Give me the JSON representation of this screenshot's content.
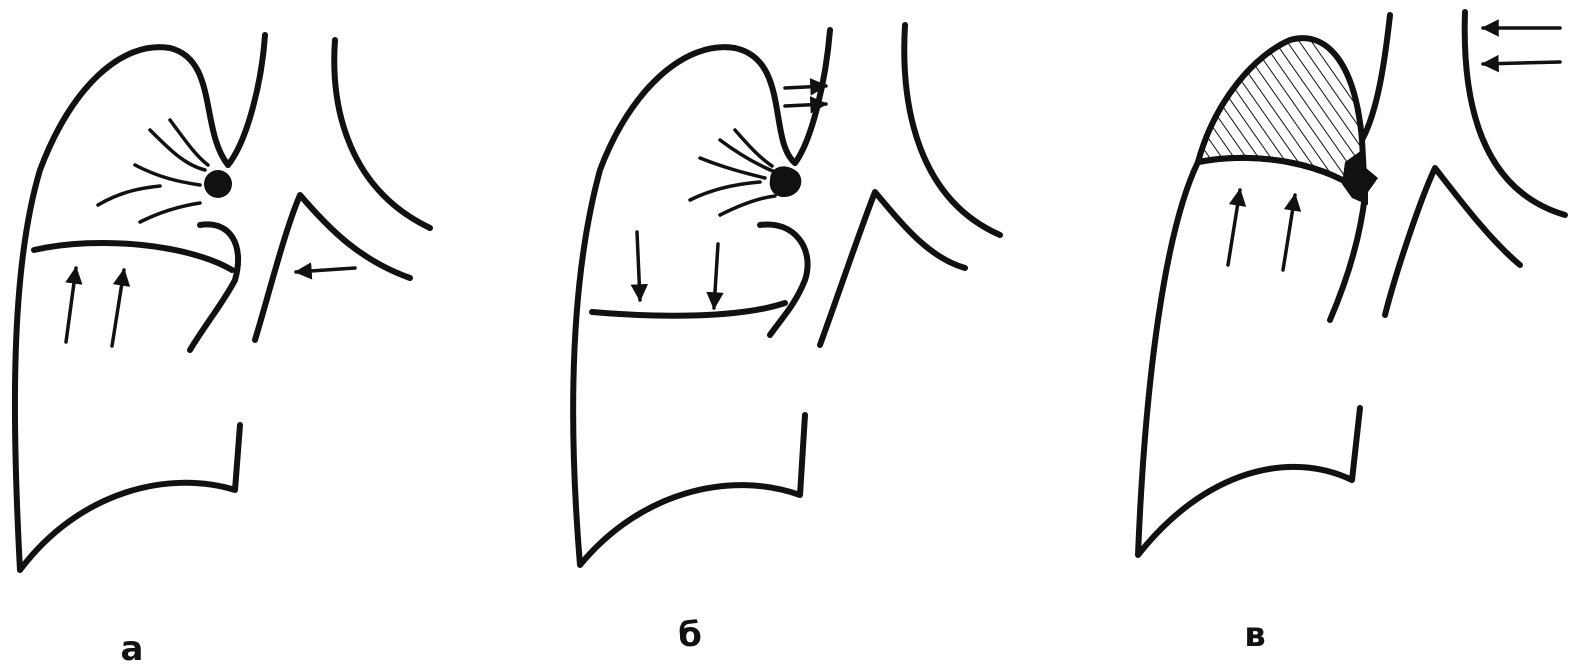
{
  "panels": [
    {
      "label": "а"
    },
    {
      "label": "б"
    },
    {
      "label": "в"
    }
  ],
  "colors": {
    "ink": "#111111",
    "background": "#ffffff"
  }
}
